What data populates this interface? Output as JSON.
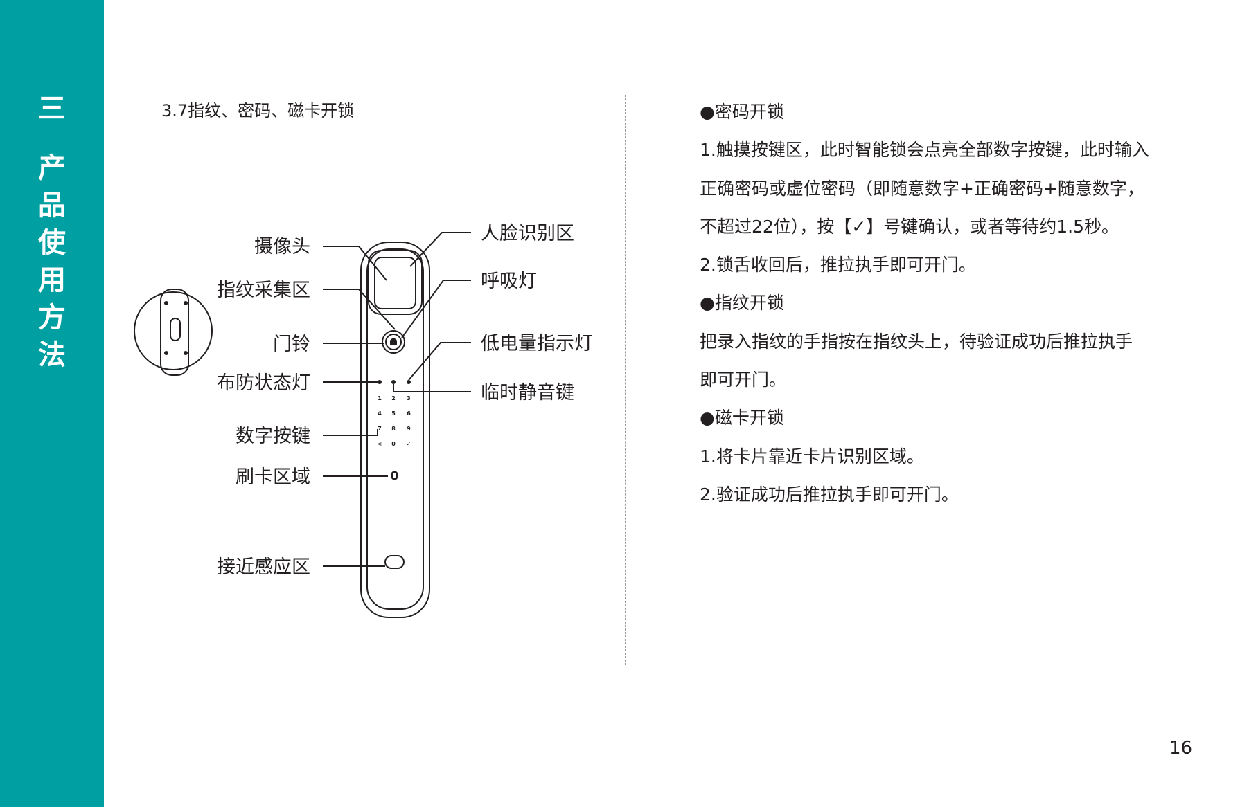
{
  "sidebar": {
    "chapter_number": "三",
    "chapter_chars": [
      "产",
      "品",
      "使",
      "用",
      "方",
      "法"
    ],
    "color": "#009fa1"
  },
  "section_heading": "3.7指纹、密码、磁卡开锁",
  "diagram": {
    "left_labels": [
      "摄像头",
      "指纹采集区",
      "门铃",
      "布防状态灯",
      "数字按键",
      "刷卡区域",
      "接近感应区"
    ],
    "right_labels": [
      "人脸识别区",
      "呼吸灯",
      "低电量指示灯",
      "临时静音键"
    ],
    "keypad_keys": [
      "1",
      "2",
      "3",
      "4",
      "5",
      "6",
      "7",
      "8",
      "9",
      "<",
      "0",
      "✓"
    ]
  },
  "instructions": [
    "●密码开锁",
    "1.触摸按键区，此时智能锁会点亮全部数字按键，此时输入",
    "正确密码或虚位密码（即随意数字+正确密码+随意数字，",
    "不超过22位），按【✓】号键确认，或者等待约1.5秒。",
    "2.锁舌收回后，推拉执手即可开门。",
    "●指纹开锁",
    "把录入指纹的手指按在指纹头上，待验证成功后推拉执手",
    "即可开门。",
    "●磁卡开锁",
    "1.将卡片靠近卡片识别区域。",
    "2.验证成功后推拉执手即可开门。"
  ],
  "page_number": "16"
}
